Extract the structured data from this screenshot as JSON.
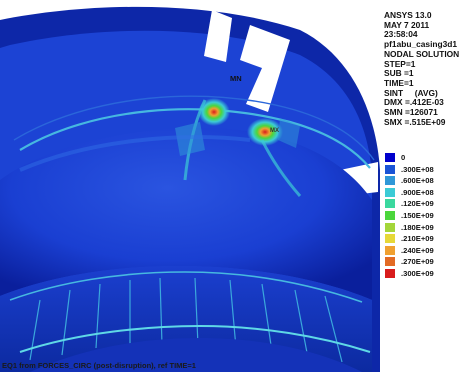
{
  "info": {
    "software": "ANSYS 13.0",
    "date": "MAY  7 2011",
    "time": "23:58:04",
    "jobname": "pf1abu_casing3d1",
    "solution": "NODAL SOLUTION",
    "step": "STEP=1",
    "sub": "SUB =1",
    "time_val": "TIME=1",
    "result": "SINT     (AVG)",
    "dmx": "DMX =.412E-03",
    "smn": "SMN =126071",
    "smx": "SMX =.515E+09"
  },
  "legend": [
    {
      "label": "0",
      "color": "#0000cc"
    },
    {
      "label": ".300E+08",
      "color": "#1a54d6"
    },
    {
      "label": ".600E+08",
      "color": "#2f98d8"
    },
    {
      "label": ".900E+08",
      "color": "#3ccbd6"
    },
    {
      "label": ".120E+09",
      "color": "#3ad89e"
    },
    {
      "label": ".150E+09",
      "color": "#4bd63c"
    },
    {
      "label": ".180E+09",
      "color": "#a4d63a"
    },
    {
      "label": ".210E+09",
      "color": "#e6d838"
    },
    {
      "label": ".240E+09",
      "color": "#f0a030"
    },
    {
      "label": ".270E+09",
      "color": "#e26a24"
    },
    {
      "label": ".300E+09",
      "color": "#d81c1c"
    }
  ],
  "markers": {
    "min_label": "MN",
    "max_label": "MX"
  },
  "footer": "EQ1 from FORCES_CIRC (post-disruption), ref TIME=1"
}
